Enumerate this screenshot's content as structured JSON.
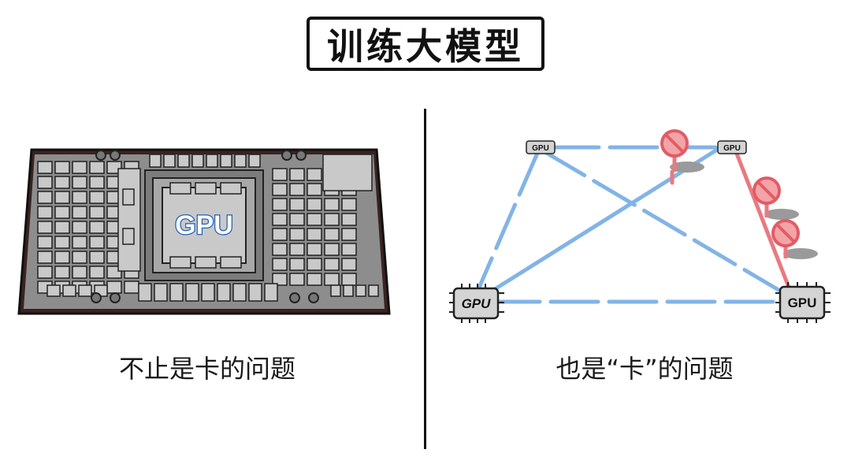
{
  "title": "训练大模型",
  "left_panel": {
    "chip_label": "GPU",
    "caption": "不止是卡的问题"
  },
  "right_panel": {
    "node_labels": [
      "GPU",
      "GPU",
      "GPU",
      "GPU"
    ],
    "caption": "也是“卡”的问题"
  },
  "colors": {
    "link_blue": "#82b4e6",
    "blocked_red": "#e87a80",
    "board_dark": "#3b2320",
    "board_fill": "#8d8d8d",
    "chip_fill": "#c9c9c9"
  }
}
